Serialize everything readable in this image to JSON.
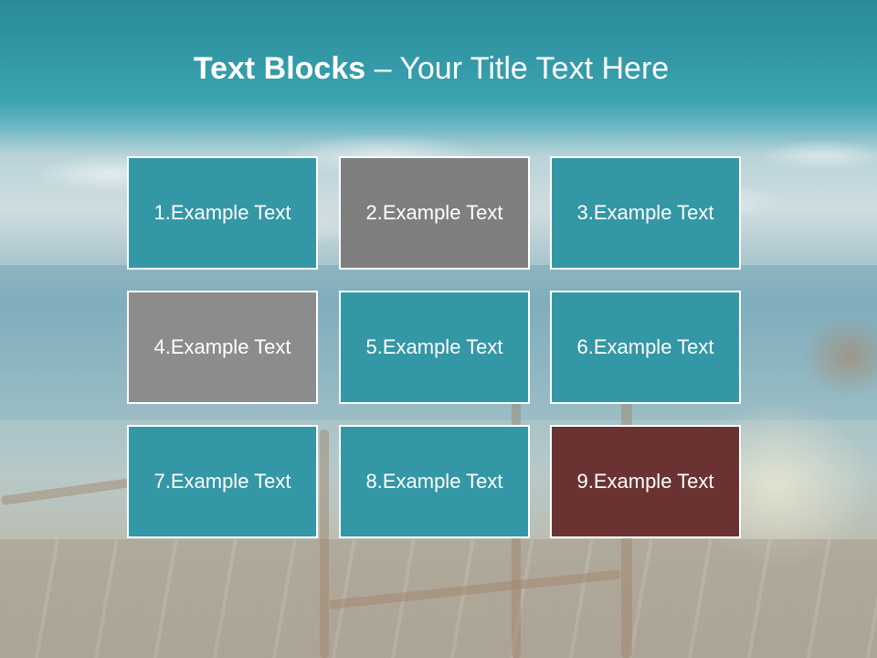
{
  "title": {
    "bold": "Text Blocks",
    "separator": " – ",
    "rest": "Your Title Text Here"
  },
  "colors": {
    "teal": "#3497a5",
    "gray": "#7f7f7f",
    "gray_light": "#8c8c8c",
    "maroon": "#6b3232"
  },
  "blocks": [
    {
      "label": "1.Example Text",
      "color": "#3497a5"
    },
    {
      "label": "2.Example Text",
      "color": "#7f7f7f"
    },
    {
      "label": "3.Example Text",
      "color": "#3497a5"
    },
    {
      "label": "4.Example Text",
      "color": "#8c8c8c"
    },
    {
      "label": "5.Example Text",
      "color": "#3497a5"
    },
    {
      "label": "6.Example Text",
      "color": "#3497a5"
    },
    {
      "label": "7.Example Text",
      "color": "#3497a5"
    },
    {
      "label": "8.Example Text",
      "color": "#3497a5"
    },
    {
      "label": "9.Example Text",
      "color": "#6b3232"
    }
  ]
}
